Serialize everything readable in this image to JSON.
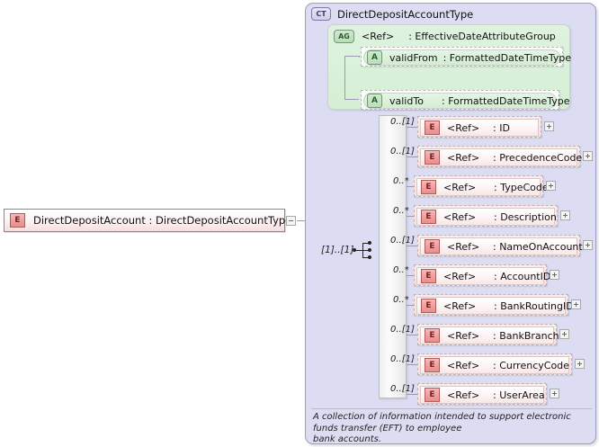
{
  "root_element": {
    "icon": "element-icon",
    "badge": "E",
    "label": "DirectDepositAccount : DirectDepositAccountType",
    "toggle": "minus-icon"
  },
  "complex_type": {
    "badge": "CT",
    "title": "DirectDepositAccountType",
    "annotation": "A collection of information intended to support electronic funds transfer (EFT) to employee\nbank accounts."
  },
  "attribute_group": {
    "badge": "AG",
    "ref": "<Ref>",
    "type": ": EffectiveDateAttributeGroup",
    "attributes": [
      {
        "badge": "A",
        "name": "validFrom",
        "type": ": FormattedDateTimeType"
      },
      {
        "badge": "A",
        "name": "validTo",
        "type": ": FormattedDateTimeType"
      }
    ]
  },
  "sequence": {
    "icon": "sequence-compositor-icon",
    "cardinality": "[1]..[1]"
  },
  "elements": [
    {
      "cardinality": "0..[1]",
      "badge": "E",
      "ref": "<Ref>",
      "type": ": ID",
      "toggle": "plus-icon"
    },
    {
      "cardinality": "0..[1]",
      "badge": "E",
      "ref": "<Ref>",
      "type": ": PrecedenceCode",
      "toggle": "plus-icon"
    },
    {
      "cardinality": "0..*",
      "badge": "E",
      "ref": "<Ref>",
      "type": ": TypeCode",
      "toggle": "plus-icon"
    },
    {
      "cardinality": "0..*",
      "badge": "E",
      "ref": "<Ref>",
      "type": ": Description",
      "toggle": "plus-icon"
    },
    {
      "cardinality": "0..[1]",
      "badge": "E",
      "ref": "<Ref>",
      "type": ": NameOnAccount",
      "toggle": "plus-icon"
    },
    {
      "cardinality": "0..*",
      "badge": "E",
      "ref": "<Ref>",
      "type": ": AccountID",
      "toggle": "plus-icon"
    },
    {
      "cardinality": "0..*",
      "badge": "E",
      "ref": "<Ref>",
      "type": ": BankRoutingID",
      "toggle": "plus-icon"
    },
    {
      "cardinality": "0..[1]",
      "badge": "E",
      "ref": "<Ref>",
      "type": ": BankBranch",
      "toggle": "plus-icon"
    },
    {
      "cardinality": "0..[1]",
      "badge": "E",
      "ref": "<Ref>",
      "type": ": CurrencyCode",
      "toggle": "plus-icon"
    },
    {
      "cardinality": "0..[1]",
      "badge": "E",
      "ref": "<Ref>",
      "type": ": UserArea",
      "toggle": "plus-icon"
    }
  ],
  "colors": {
    "container_bg": "#dcdcf2",
    "container_border": "#9c9cc4",
    "element_fill": "#fbdede",
    "element_badge": "#efa2a2",
    "attribute_fill": "#d2eed2",
    "attribute_badge": "#bbdfbb",
    "connector": "#9a9ab0"
  }
}
